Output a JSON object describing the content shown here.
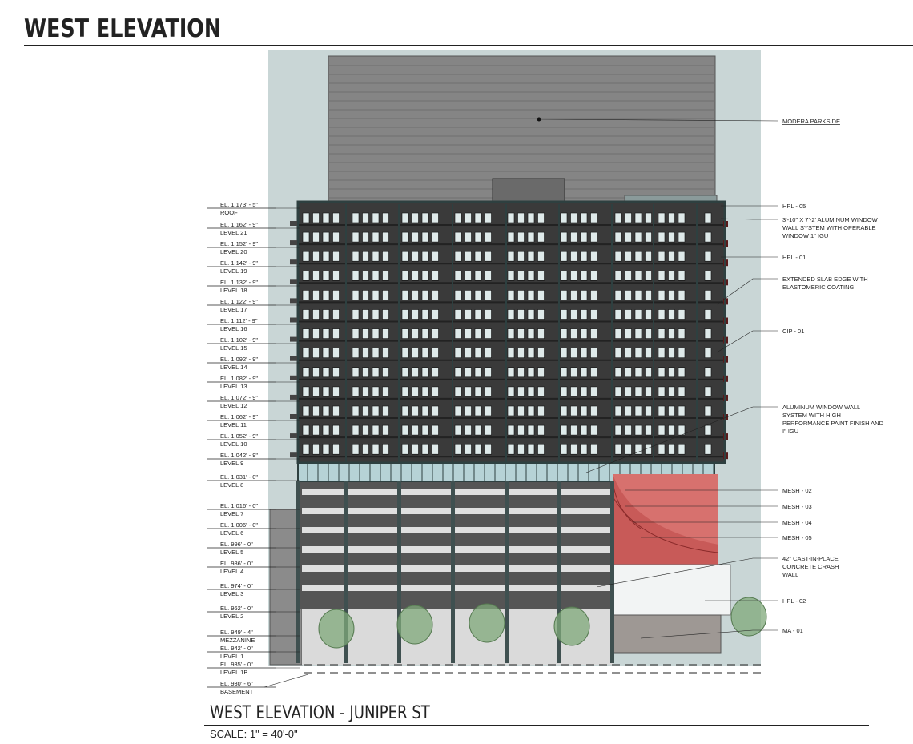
{
  "header": {
    "title": "WEST ELEVATION"
  },
  "levels": [
    {
      "el": "EL. 1,173' - 5\"",
      "name": "ROOF"
    },
    {
      "el": "EL. 1,162' - 9\"",
      "name": "LEVEL 21"
    },
    {
      "el": "EL. 1,152' - 9\"",
      "name": "LEVEL 20"
    },
    {
      "el": "EL. 1,142' - 9\"",
      "name": "LEVEL 19"
    },
    {
      "el": "EL. 1,132' - 9\"",
      "name": "LEVEL 18"
    },
    {
      "el": "EL. 1,122' - 9\"",
      "name": "LEVEL 17"
    },
    {
      "el": "EL. 1,112' - 9\"",
      "name": "LEVEL 16"
    },
    {
      "el": "EL. 1,102' - 9\"",
      "name": "LEVEL 15"
    },
    {
      "el": "EL. 1,092' - 9\"",
      "name": "LEVEL 14"
    },
    {
      "el": "EL. 1,082' - 9\"",
      "name": "LEVEL 13"
    },
    {
      "el": "EL. 1,072' - 9\"",
      "name": "LEVEL 12"
    },
    {
      "el": "EL. 1,062' - 9\"",
      "name": "LEVEL 11"
    },
    {
      "el": "EL. 1,052' - 9\"",
      "name": "LEVEL 10"
    },
    {
      "el": "EL. 1,042' - 9\"",
      "name": "LEVEL 9"
    },
    {
      "el": "EL. 1,031' - 0\"",
      "name": "LEVEL 8"
    },
    {
      "el": "EL. 1,016' - 0\"",
      "name": "LEVEL 7"
    },
    {
      "el": "EL. 1,006' - 0\"",
      "name": "LEVEL 6"
    },
    {
      "el": "EL. 996' - 0\"",
      "name": "LEVEL 5"
    },
    {
      "el": "EL. 986' - 0\"",
      "name": "LEVEL 4"
    },
    {
      "el": "EL. 974' - 0\"",
      "name": "LEVEL 3"
    },
    {
      "el": "EL. 962' - 0\"",
      "name": "LEVEL 2"
    },
    {
      "el": "EL. 949' - 4\"",
      "name": "MEZZANINE"
    },
    {
      "el": "EL. 942' - 0\"",
      "name": "LEVEL 1"
    },
    {
      "el": "EL. 935' - 0\"",
      "name": "LEVEL 1B"
    },
    {
      "el": "EL. 930' - 6\"",
      "name": "BASEMENT"
    }
  ],
  "annotations": [
    {
      "lines": [
        "MODERA PARKSIDE"
      ]
    },
    {
      "lines": [
        "HPL - 05"
      ]
    },
    {
      "lines": [
        "3'-10\" X 7'-2' ALUMINUM WINDOW",
        "WALL SYSTEM WITH OPERABLE",
        "WINDOW 1\" IGU"
      ]
    },
    {
      "lines": [
        "HPL - 01"
      ]
    },
    {
      "lines": [
        "EXTENDED SLAB EDGE WITH",
        "ELASTOMERIC COATING"
      ]
    },
    {
      "lines": [
        "CIP - 01"
      ]
    },
    {
      "lines": [
        "ALUMINUM WINDOW WALL",
        "SYSTEM WITH HIGH",
        "PERFORMANCE PAINT FINISH AND",
        "I\" IGU"
      ]
    },
    {
      "lines": [
        "MESH - 02"
      ]
    },
    {
      "lines": [
        "MESH - 03"
      ]
    },
    {
      "lines": [
        "MESH - 04"
      ]
    },
    {
      "lines": [
        "MESH - 05"
      ]
    },
    {
      "lines": [
        "42\" CAST-IN-PLACE",
        "CONCRETE CRASH",
        "WALL"
      ]
    },
    {
      "lines": [
        "HPL - 02"
      ]
    },
    {
      "lines": [
        "MA - 01"
      ]
    }
  ],
  "footer": {
    "title": "WEST ELEVATION - JUNIPER ST",
    "scale": "SCALE:  1\" = 40'-0\""
  }
}
